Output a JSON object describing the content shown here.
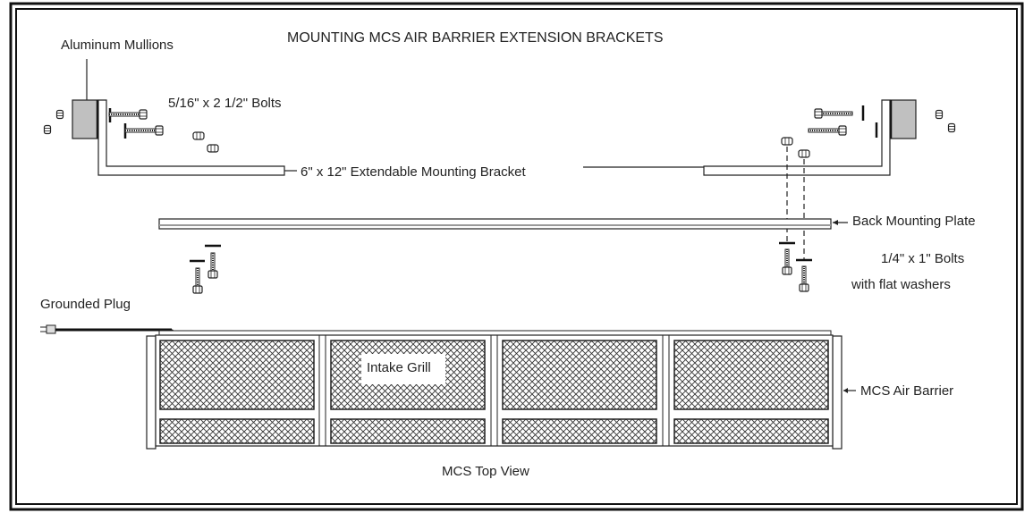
{
  "diagram": {
    "title": "MOUNTING MCS AIR BARRIER EXTENSION BRACKETS",
    "labels": {
      "mullions": "Aluminum Mullions",
      "long_bolts": "5/16\" x 2 1/2\" Bolts",
      "bracket": "6\" x 12\" Extendable Mounting Bracket",
      "back_plate": "Back Mounting Plate",
      "short_bolts": "1/4\" x 1\" Bolts",
      "washers": "with flat washers",
      "plug": "Grounded Plug",
      "intake": "Intake Grill",
      "air_barrier": "MCS Air Barrier",
      "top_view": "MCS Top View"
    },
    "colors": {
      "line": "#222222",
      "mullion_fill": "#c0c0c0",
      "background": "#ffffff"
    },
    "grill_panels": 4
  }
}
